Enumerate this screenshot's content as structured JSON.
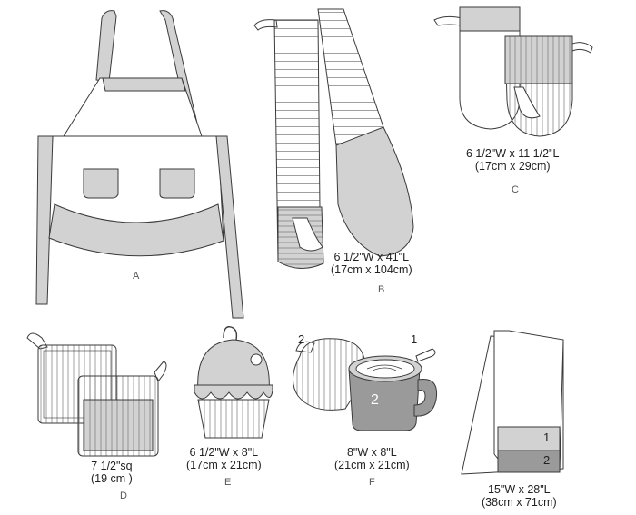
{
  "items": [
    {
      "letter": "A",
      "name": "apron"
    },
    {
      "letter": "B",
      "name": "double oven mitt",
      "size": "6 1/2\"W  x 41\"L",
      "metric": "(17cm x 104cm)"
    },
    {
      "letter": "C",
      "name": "oven mitts",
      "size": "6 1/2\"W x 11 1/2\"L",
      "metric": "(17cm x 29cm)"
    },
    {
      "letter": "D",
      "name": "pot holders",
      "size": "7 1/2\"sq",
      "metric": "(19 cm )"
    },
    {
      "letter": "E",
      "name": "cupcake pot holder",
      "size": "6 1/2\"W x 8\"L",
      "metric": "(17cm x 21cm)"
    },
    {
      "letter": "F",
      "name": "mug pot holder",
      "size": "8\"W x 8\"L",
      "metric": "(21cm x 21cm)"
    },
    {
      "letter": "",
      "name": "towel",
      "size": "15\"W x 28\"L",
      "metric": "(38cm x 71cm)"
    }
  ],
  "callouts": {
    "one": "1",
    "two": "2"
  },
  "colors": {
    "outline": "#3a3a3a",
    "fill_light": "#d2d2d2",
    "fill_dark": "#9a9a9a",
    "background": "#ffffff"
  }
}
